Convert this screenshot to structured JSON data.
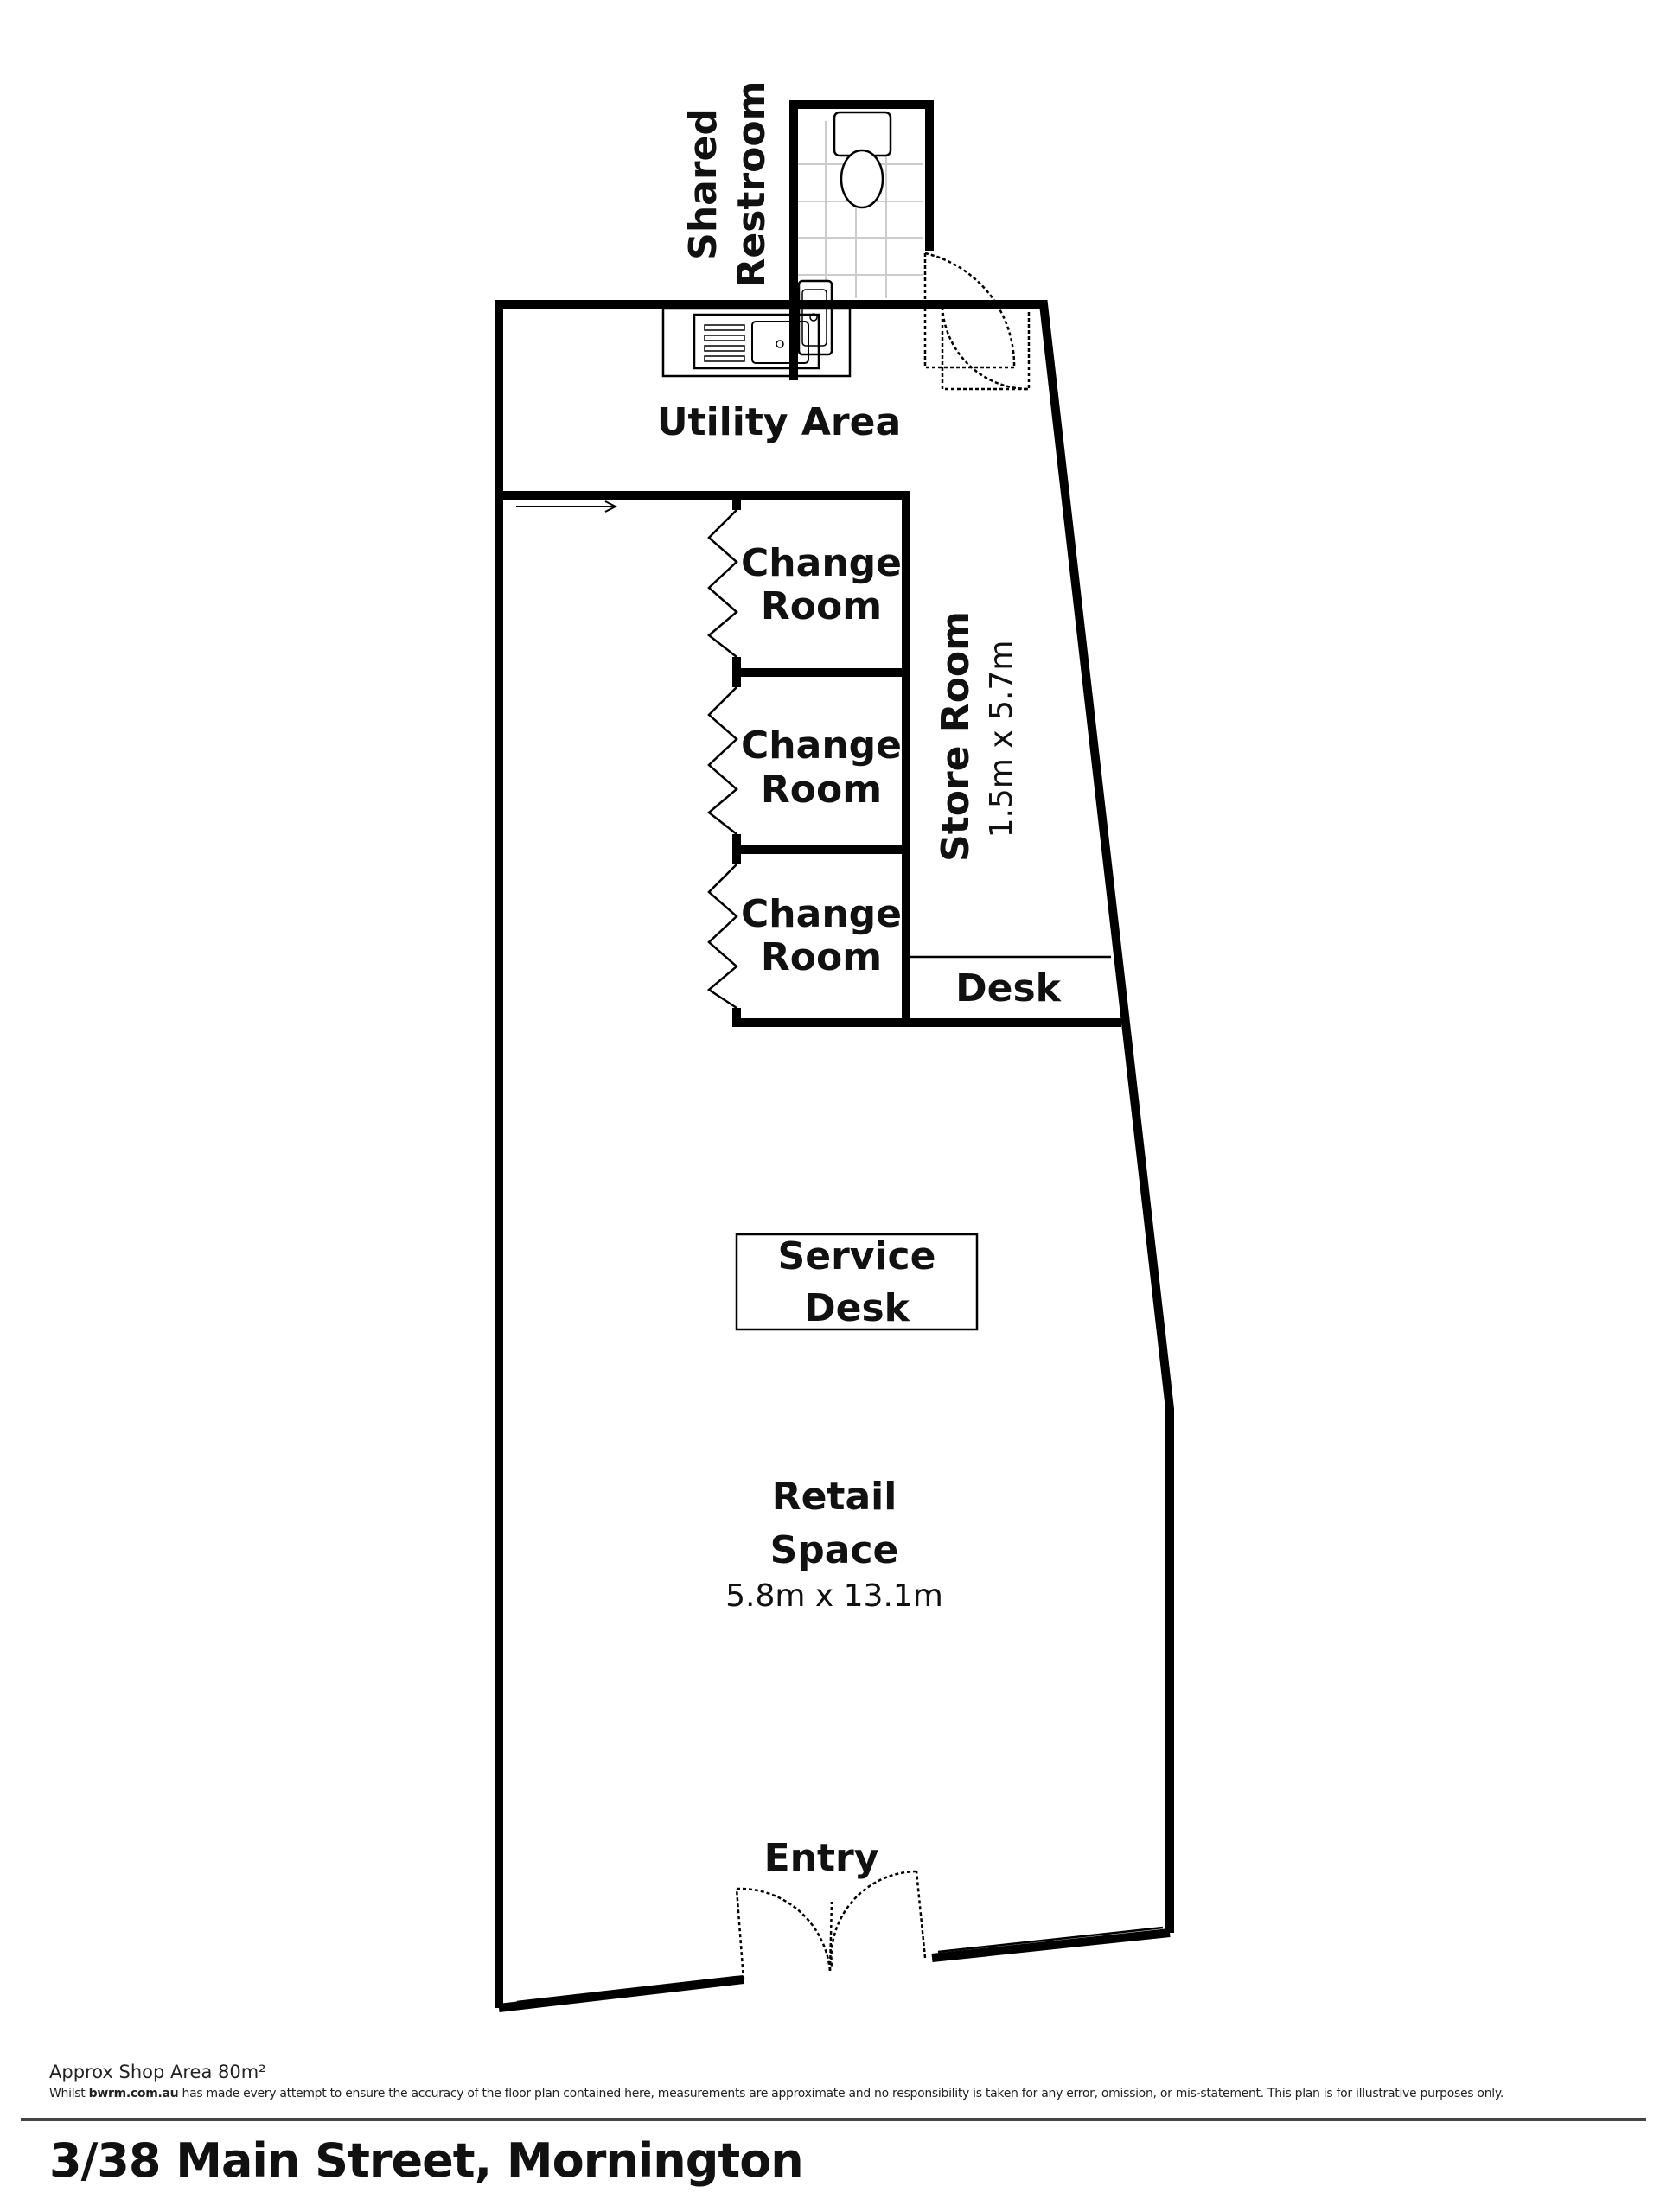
{
  "rooms": {
    "shared_restroom": [
      "Shared",
      "Restroom"
    ],
    "utility_area": "Utility Area",
    "change_room_1": [
      "Change",
      "Room"
    ],
    "change_room_2": [
      "Change",
      "Room"
    ],
    "change_room_3": [
      "Change",
      "Room"
    ],
    "store_room": {
      "name": "Store Room",
      "dimensions": "1.5m x 5.7m"
    },
    "desk": "Desk",
    "service_desk": [
      "Service",
      "Desk"
    ],
    "retail_space": {
      "name": [
        "Retail",
        "Space"
      ],
      "dimensions": "5.8m x 13.1m"
    },
    "entry": "Entry"
  },
  "footer": {
    "area": "Approx Shop Area 80m²",
    "disclaimer_prefix": "Whilst ",
    "disclaimer_brand": "bwrm.com.au",
    "disclaimer_rest": " has made every attempt to ensure the accuracy of the floor plan contained here, measurements are approximate and no responsibility is taken for any error, omission, or mis-statement. This plan is for illustrative purposes only.",
    "address": "3/38 Main Street, Mornington"
  }
}
